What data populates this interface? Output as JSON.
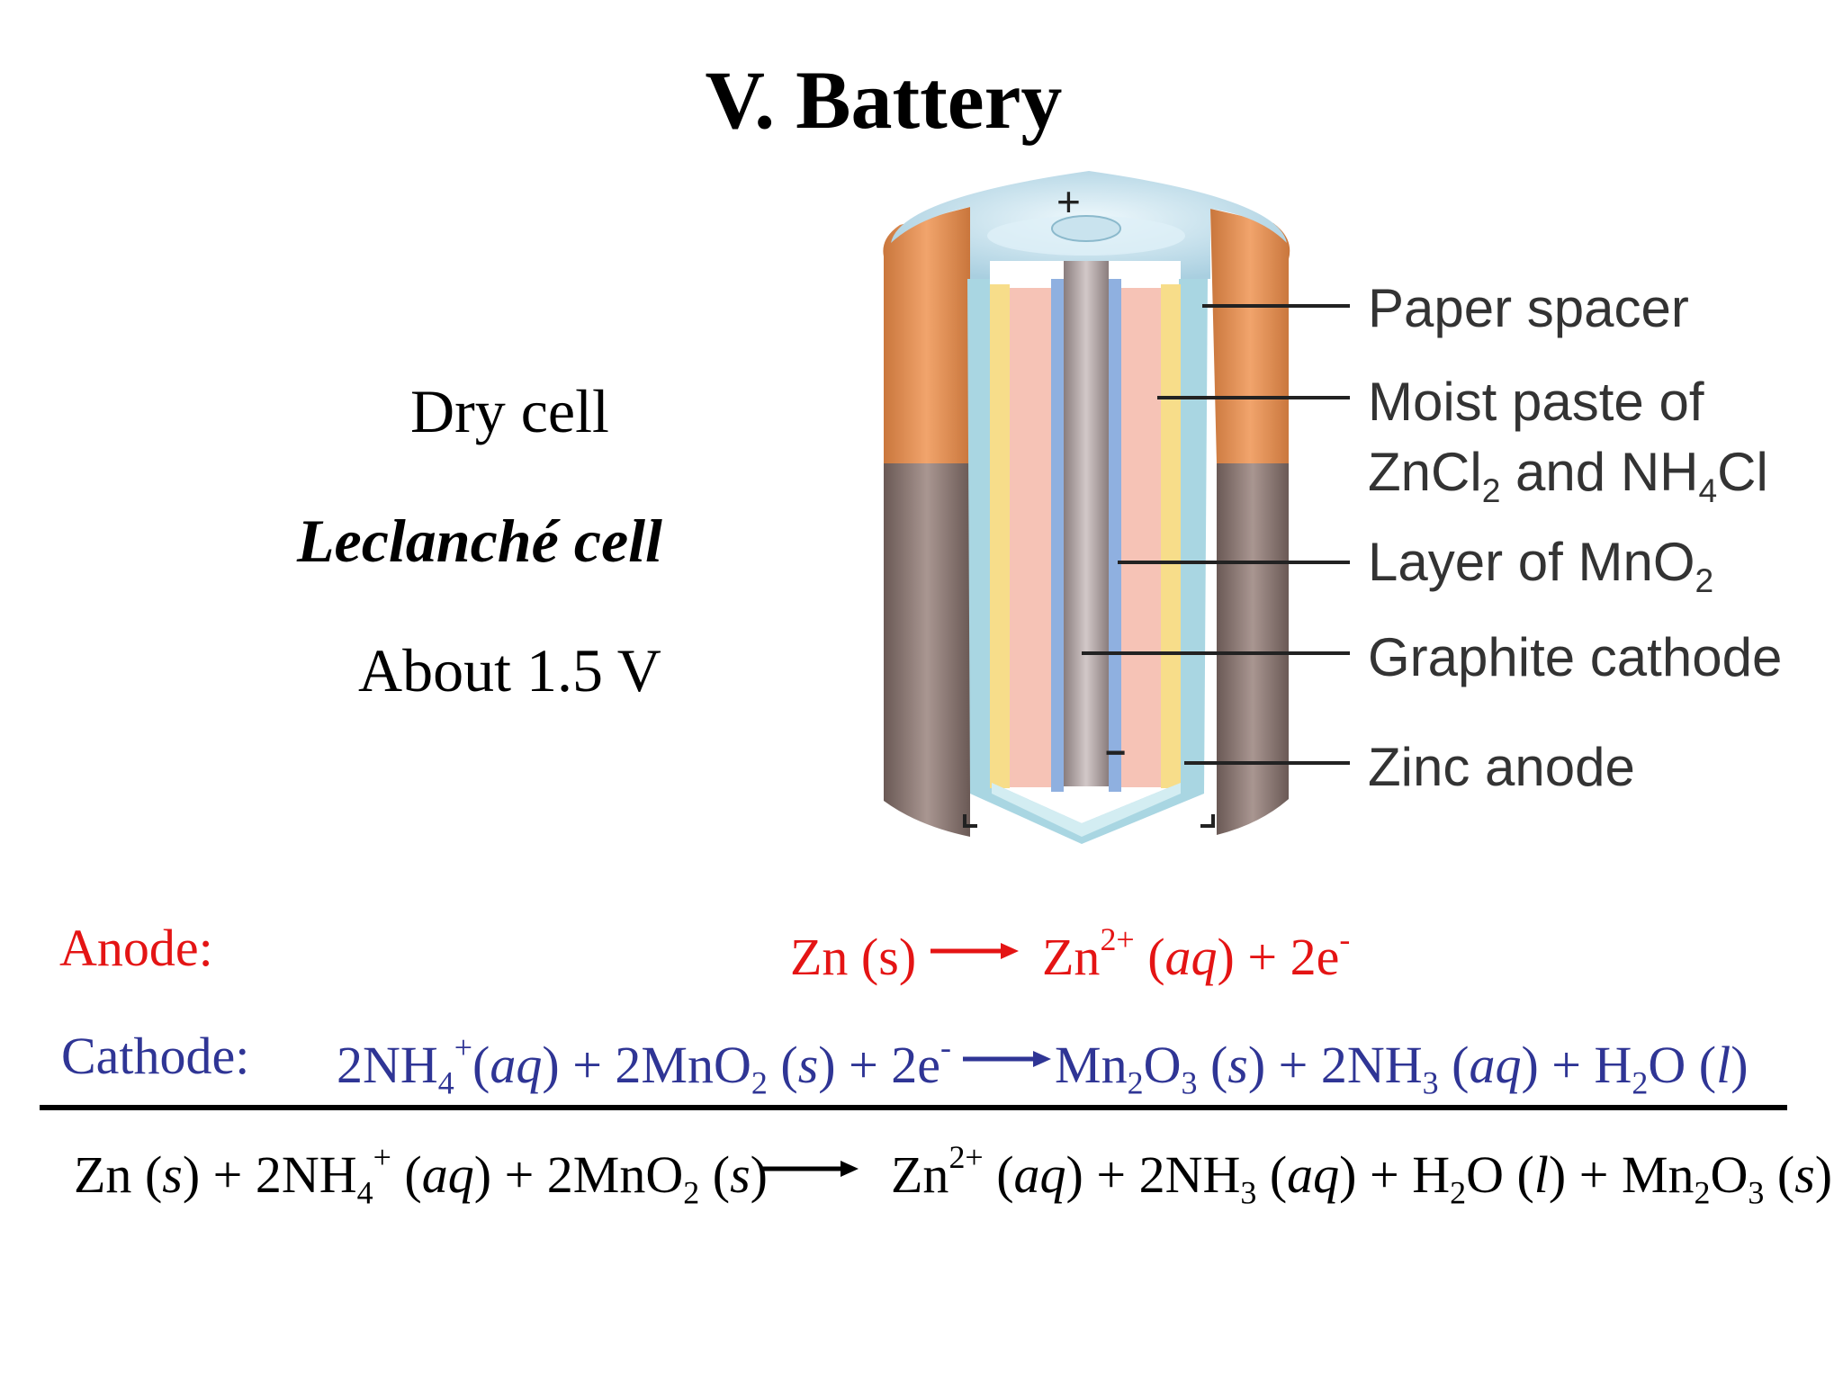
{
  "title": "V. Battery",
  "left_text": {
    "dry_cell": "Dry cell",
    "leclanche": "Leclanché cell",
    "voltage": "About 1.5 V"
  },
  "diagram": {
    "plus_sign": "+",
    "minus_sign": "−",
    "labels": {
      "paper_spacer": "Paper spacer",
      "moist_paste_line1": "Moist paste of",
      "moist_paste_line2_zncl": "ZnCl",
      "moist_paste_line2_zncl_sub": "2",
      "moist_paste_line2_and": " and NH",
      "moist_paste_line2_nh_sub": "4",
      "moist_paste_line2_cl": "Cl",
      "mno2_main": "Layer of MnO",
      "mno2_sub": "2",
      "graphite_cathode": "Graphite cathode",
      "zinc_anode": "Zinc anode"
    },
    "colors": {
      "casing_top": "#d9884e",
      "casing_bottom": "#7a6a66",
      "paste": "#f6c3b6",
      "paper_spacer": "#f7dd8a",
      "mno2_layer": "#8fb0e0",
      "graphite": "#b3a6a6",
      "zinc_floor": "#bfe3ea"
    }
  },
  "equations": {
    "anode": {
      "label": "Anode:",
      "reactant": "Zn (s)",
      "product": {
        "zn": "Zn",
        "charge": "2+",
        "aq": "aq",
        "rest": " + 2e",
        "e_sup": "-"
      }
    },
    "cathode": {
      "label": "Cathode:",
      "coef_nh": "2NH",
      "nh_sub": "4",
      "nh_sup": "+",
      "aq": "aq",
      "plus_mno2": " + 2MnO",
      "mno2_sub": "2",
      "s": "s",
      "plus_e": " + 2e",
      "e_sup": "-",
      "mn": "Mn",
      "mn_sub": "2",
      "o": "O",
      "o_sub": "3",
      "plus_nh3": " + 2NH",
      "nh3_sub": "3",
      "plus_h": " + H",
      "h_sub": "2",
      "l": "l"
    },
    "overall": {
      "zn": "Zn",
      "s": "s",
      "plus_nh": " + 2NH",
      "nh_sub": "4",
      "nh_sup": "+",
      "aq": "aq",
      "plus_mno2": " + 2MnO",
      "mno2_sub": "2",
      "zn_prod": "Zn",
      "zn_charge": "2+",
      "plus_nh3": " + 2NH",
      "nh3_sub": "3",
      "plus_h": " + H",
      "h_sub": "2",
      "o": "O",
      "l": "l",
      "plus_mn": " + Mn",
      "mn_sub": "2",
      "o3_sub": "3"
    },
    "colors": {
      "anode": "#e41414",
      "cathode": "#2f3595",
      "overall": "#000000"
    }
  }
}
